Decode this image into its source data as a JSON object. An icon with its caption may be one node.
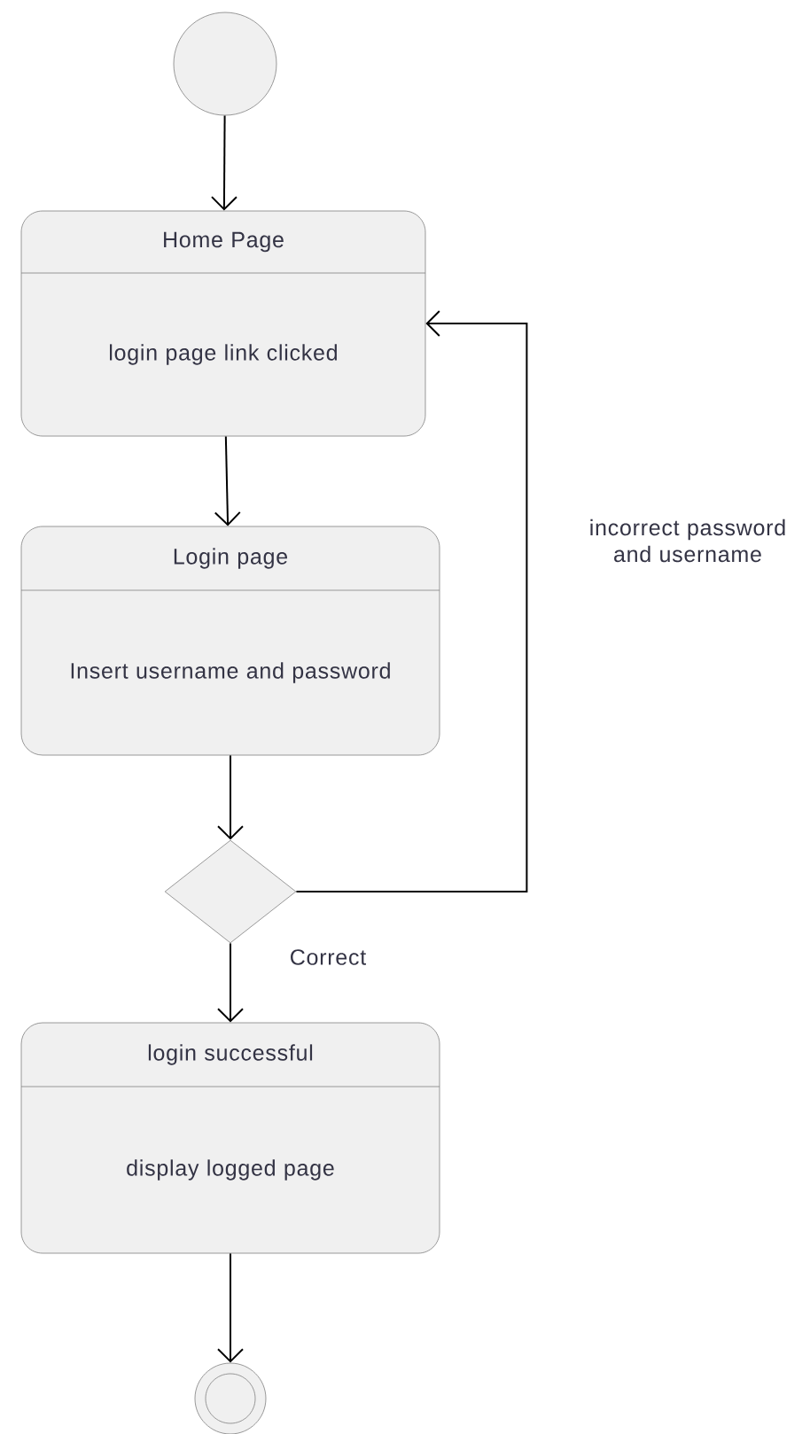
{
  "diagram": {
    "nodes": [
      {
        "text": [],
        "shape": "circle"
      },
      {
        "text": [
          "Home Page",
          "login page link clicked"
        ]
      },
      {
        "text": [
          "Login page",
          "Insert username and password"
        ]
      },
      {
        "text": [],
        "shape": "diamond"
      },
      {
        "text": [
          "login successful",
          "display logged page"
        ]
      },
      {
        "text": [],
        "shape": "circle"
      }
    ],
    "edges": [
      {
        "from": 0,
        "to": 1,
        "arrow": "to"
      },
      {
        "from": 1,
        "to": 2,
        "arrow": "to"
      },
      {
        "from": 2,
        "to": 3,
        "arrow": "to"
      },
      {
        "from": 3,
        "to": 1,
        "arrow": "to",
        "label": "incorrect password and username"
      },
      {
        "from": 3,
        "to": 4,
        "arrow": "to",
        "label": "Correct"
      },
      {
        "from": 4,
        "to": 5,
        "arrow": "to"
      }
    ]
  }
}
